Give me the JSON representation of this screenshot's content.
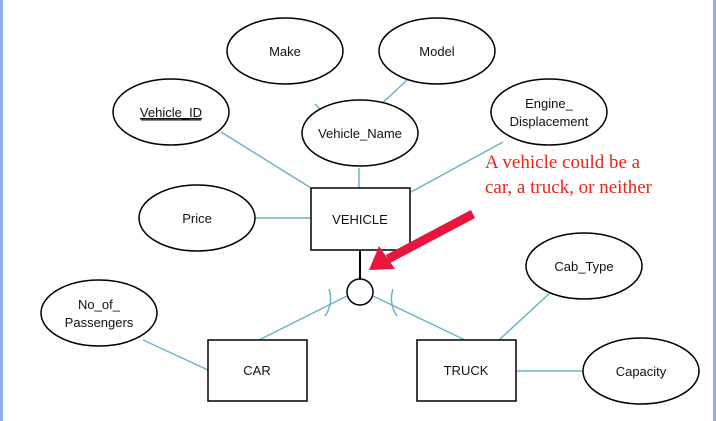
{
  "entities": {
    "vehicle": "VEHICLE",
    "car": "CAR",
    "truck": "TRUCK"
  },
  "attributes": {
    "make": "Make",
    "model": "Model",
    "vehicle_id": "Vehicle_ID",
    "vehicle_name": "Vehicle_Name",
    "engine_displacement_line1": "Engine_",
    "engine_displacement_line2": "Displacement",
    "price": "Price",
    "no_of_passengers_line1": "No_of_",
    "no_of_passengers_line2": "Passengers",
    "cab_type": "Cab_Type",
    "capacity": "Capacity"
  },
  "annotation": {
    "line1": "A vehicle could be a",
    "line2": "car, a truck, or neither"
  },
  "colors": {
    "connector": "#6cb3c8",
    "annotation_text": "#e8251b",
    "arrow": "#e8163f",
    "frame": "#8fb1e8"
  }
}
